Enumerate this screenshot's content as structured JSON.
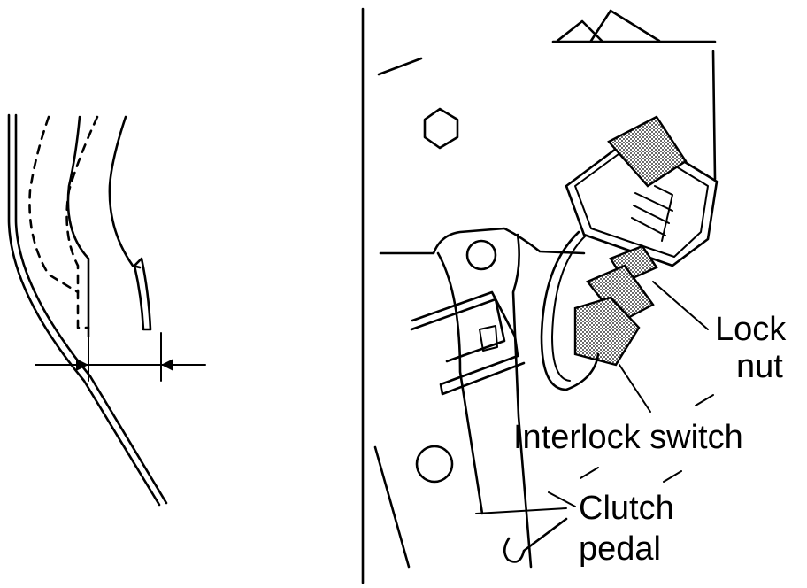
{
  "labels": {
    "lock_nut_line1": "Lock",
    "lock_nut_line2": "nut",
    "interlock_switch": "Interlock switch",
    "clutch_pedal_line1": "Clutch",
    "clutch_pedal_line2": "pedal"
  },
  "icons": {
    "dimension_arrow": "arrowhead",
    "hex_bolt": "hexagon"
  }
}
